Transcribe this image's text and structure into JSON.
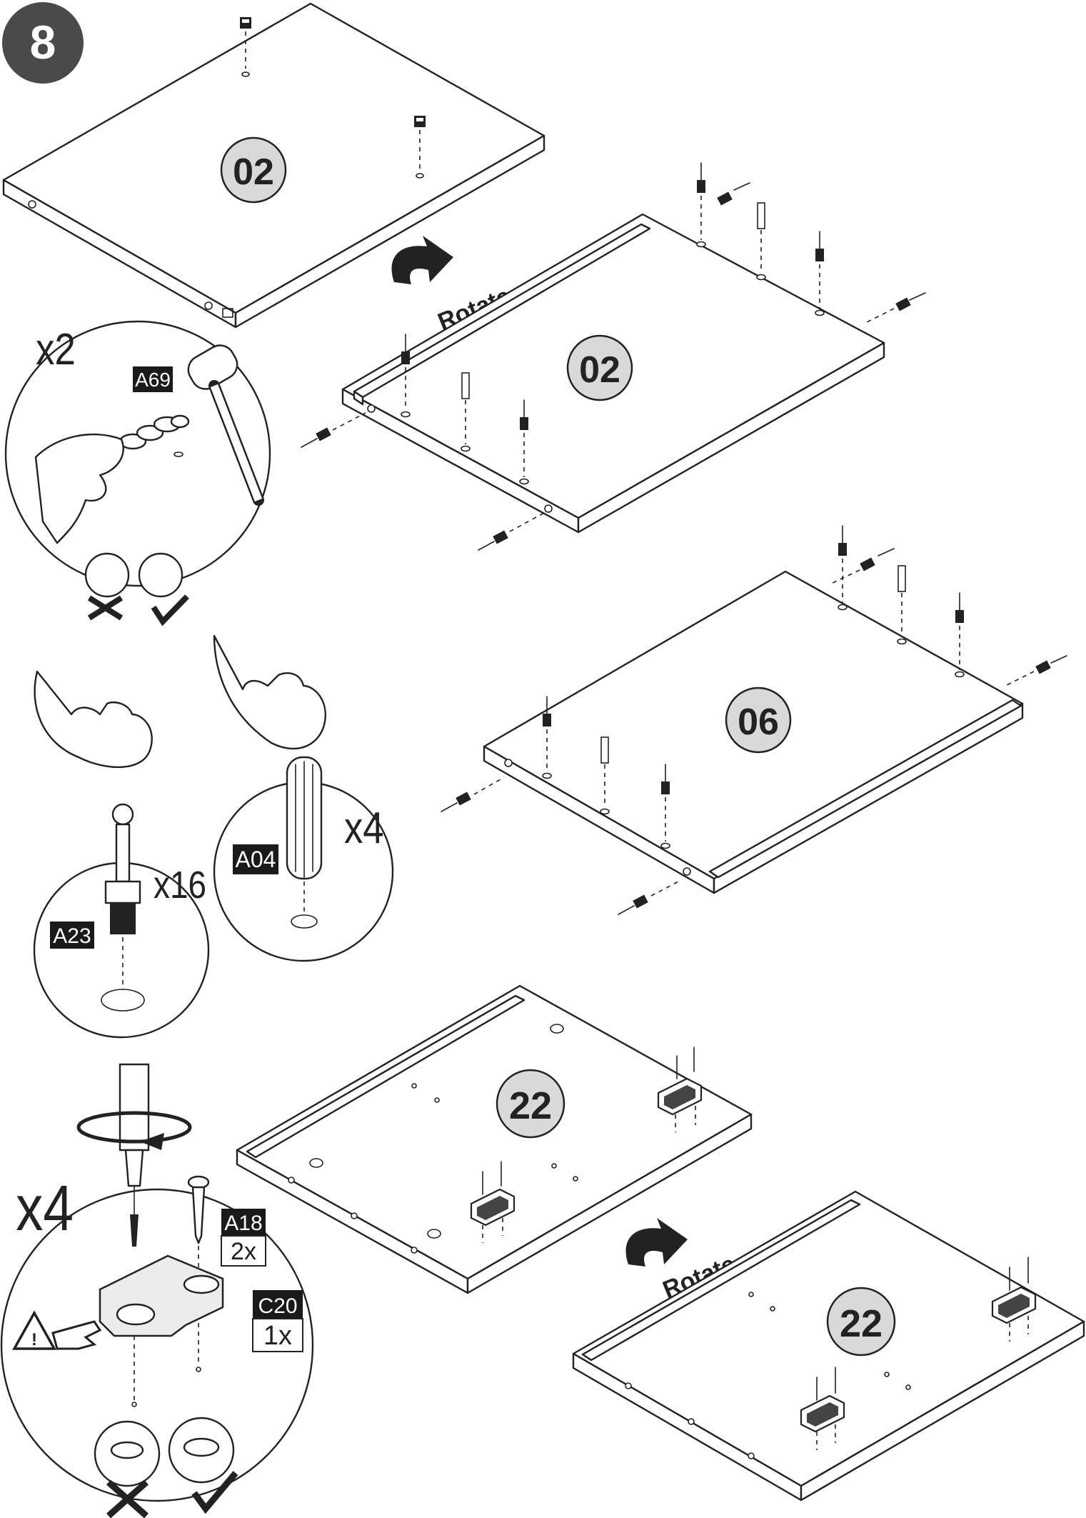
{
  "step": {
    "number": "8"
  },
  "panels": {
    "p1": "02",
    "p2": "02",
    "p3": "06",
    "p4": "22",
    "p5": "22"
  },
  "rotate": {
    "label_a": "Rotate",
    "label_b": "Rotate"
  },
  "callouts": {
    "hammer": {
      "count": "x2",
      "part": "A69"
    },
    "pin_cam": {
      "count": "x16",
      "part": "A23"
    },
    "dowel": {
      "count": "x4",
      "part": "A04"
    },
    "hinge": {
      "count": "x4",
      "screw_part": "A18",
      "screw_qty": "2x",
      "plate_part": "C20",
      "plate_qty": "1x"
    }
  },
  "colors": {
    "ink": "#222222",
    "panel_badge": "#d9d9d9",
    "step_badge": "#4a4a4a",
    "tag_bg": "#1a1a1a"
  }
}
